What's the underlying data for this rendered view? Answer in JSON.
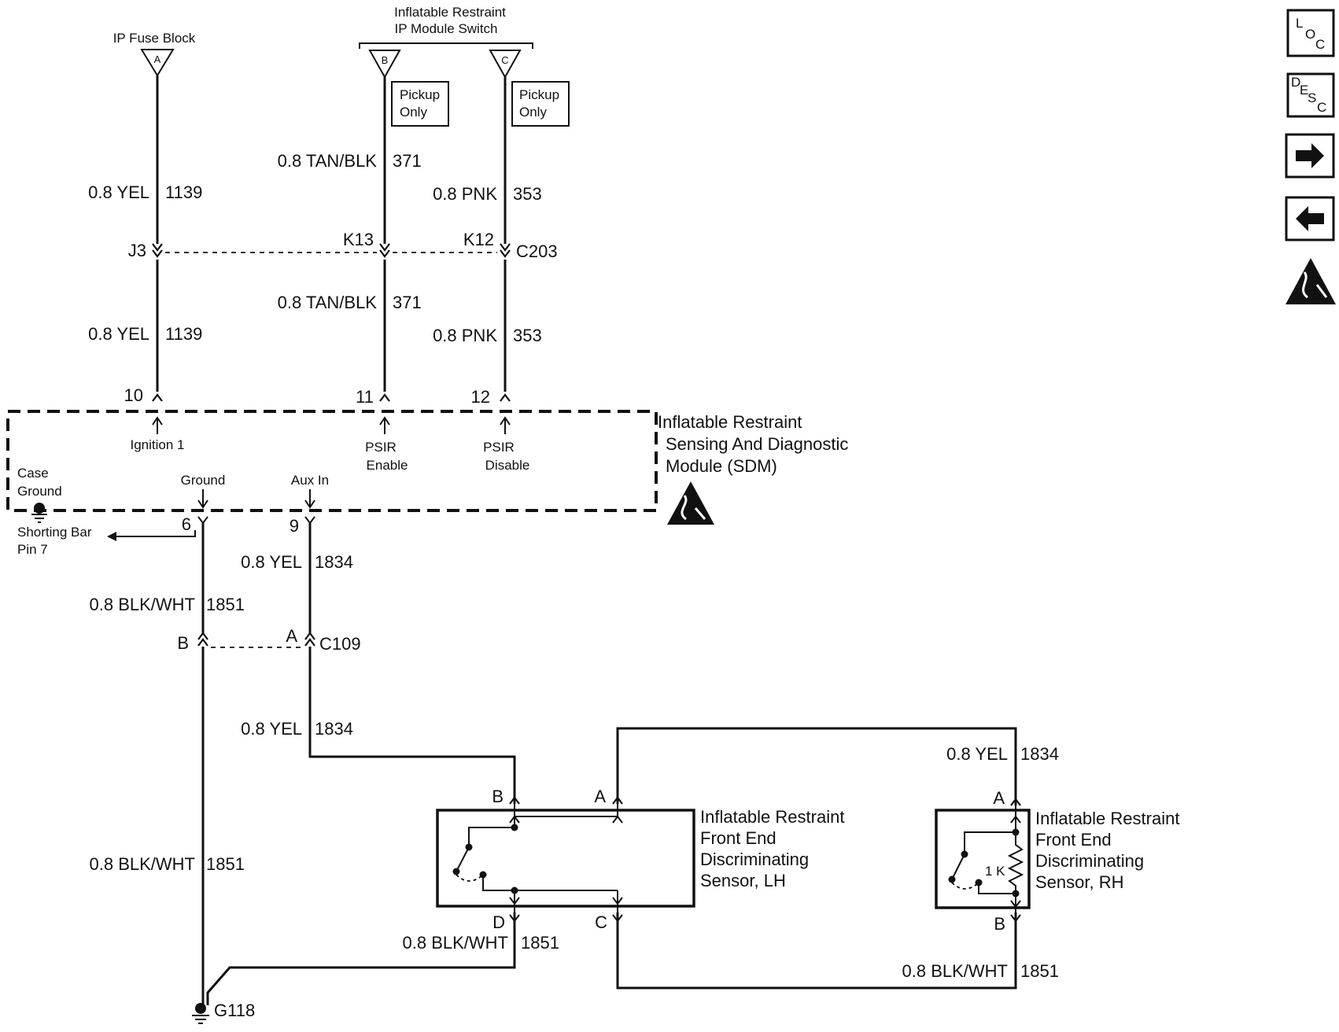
{
  "sources": {
    "fuse_block": {
      "label": "IP Fuse Block",
      "cavity": "A"
    },
    "switch": {
      "line1": "Inflatable Restraint",
      "line2": "IP Module Switch",
      "cavity_b": "B",
      "cavity_c": "C"
    },
    "pickup_line1": "Pickup",
    "pickup_line2": "Only"
  },
  "wires_upper": {
    "yel_1139": {
      "gauge": "0.8 YEL",
      "circuit": "1139"
    },
    "tan_371": {
      "gauge": "0.8 TAN/BLK",
      "circuit": "371"
    },
    "pnk_353": {
      "gauge": "0.8 PNK",
      "circuit": "353"
    }
  },
  "connector_c203": {
    "name": "C203",
    "pin_j3": "J3",
    "pin_k13": "K13",
    "pin_k12": "K12"
  },
  "sdm": {
    "title_line1": "Inflatable Restraint",
    "title_line2": "Sensing And Diagnostic",
    "title_line3": "Module (SDM)",
    "pin_10": "10",
    "pin_11": "11",
    "pin_12": "12",
    "pin_6": "6",
    "pin_9": "9",
    "ignition": "Ignition 1",
    "psir": "PSIR",
    "enable": "Enable",
    "disable": "Disable",
    "case": "Case",
    "ground": "Ground",
    "aux_in": "Aux In",
    "shorting1": "Shorting Bar",
    "shorting2": "Pin 7"
  },
  "wires_lower": {
    "yel_1834": {
      "gauge": "0.8 YEL",
      "circuit": "1834"
    },
    "blk_1851": {
      "gauge": "0.8 BLK/WHT",
      "circuit": "1851"
    }
  },
  "connector_c109": {
    "name": "C109",
    "pin_a": "A",
    "pin_b": "B"
  },
  "sensor_lh": {
    "line1": "Inflatable Restraint",
    "line2": "Front End",
    "line3": "Discriminating",
    "line4": "Sensor, LH",
    "pin_a": "A",
    "pin_b": "B",
    "pin_c": "C",
    "pin_d": "D"
  },
  "sensor_rh": {
    "line1": "Inflatable Restraint",
    "line2": "Front End",
    "line3": "Discriminating",
    "line4": "Sensor, RH",
    "pin_a": "A",
    "pin_b": "B",
    "resistor": "1 K"
  },
  "ground_g118": "G118",
  "nav": {
    "loc": {
      "l": "L",
      "o": "O",
      "c": "C"
    },
    "desc": {
      "d": "D",
      "e": "E",
      "s": "S",
      "c": "C"
    }
  }
}
